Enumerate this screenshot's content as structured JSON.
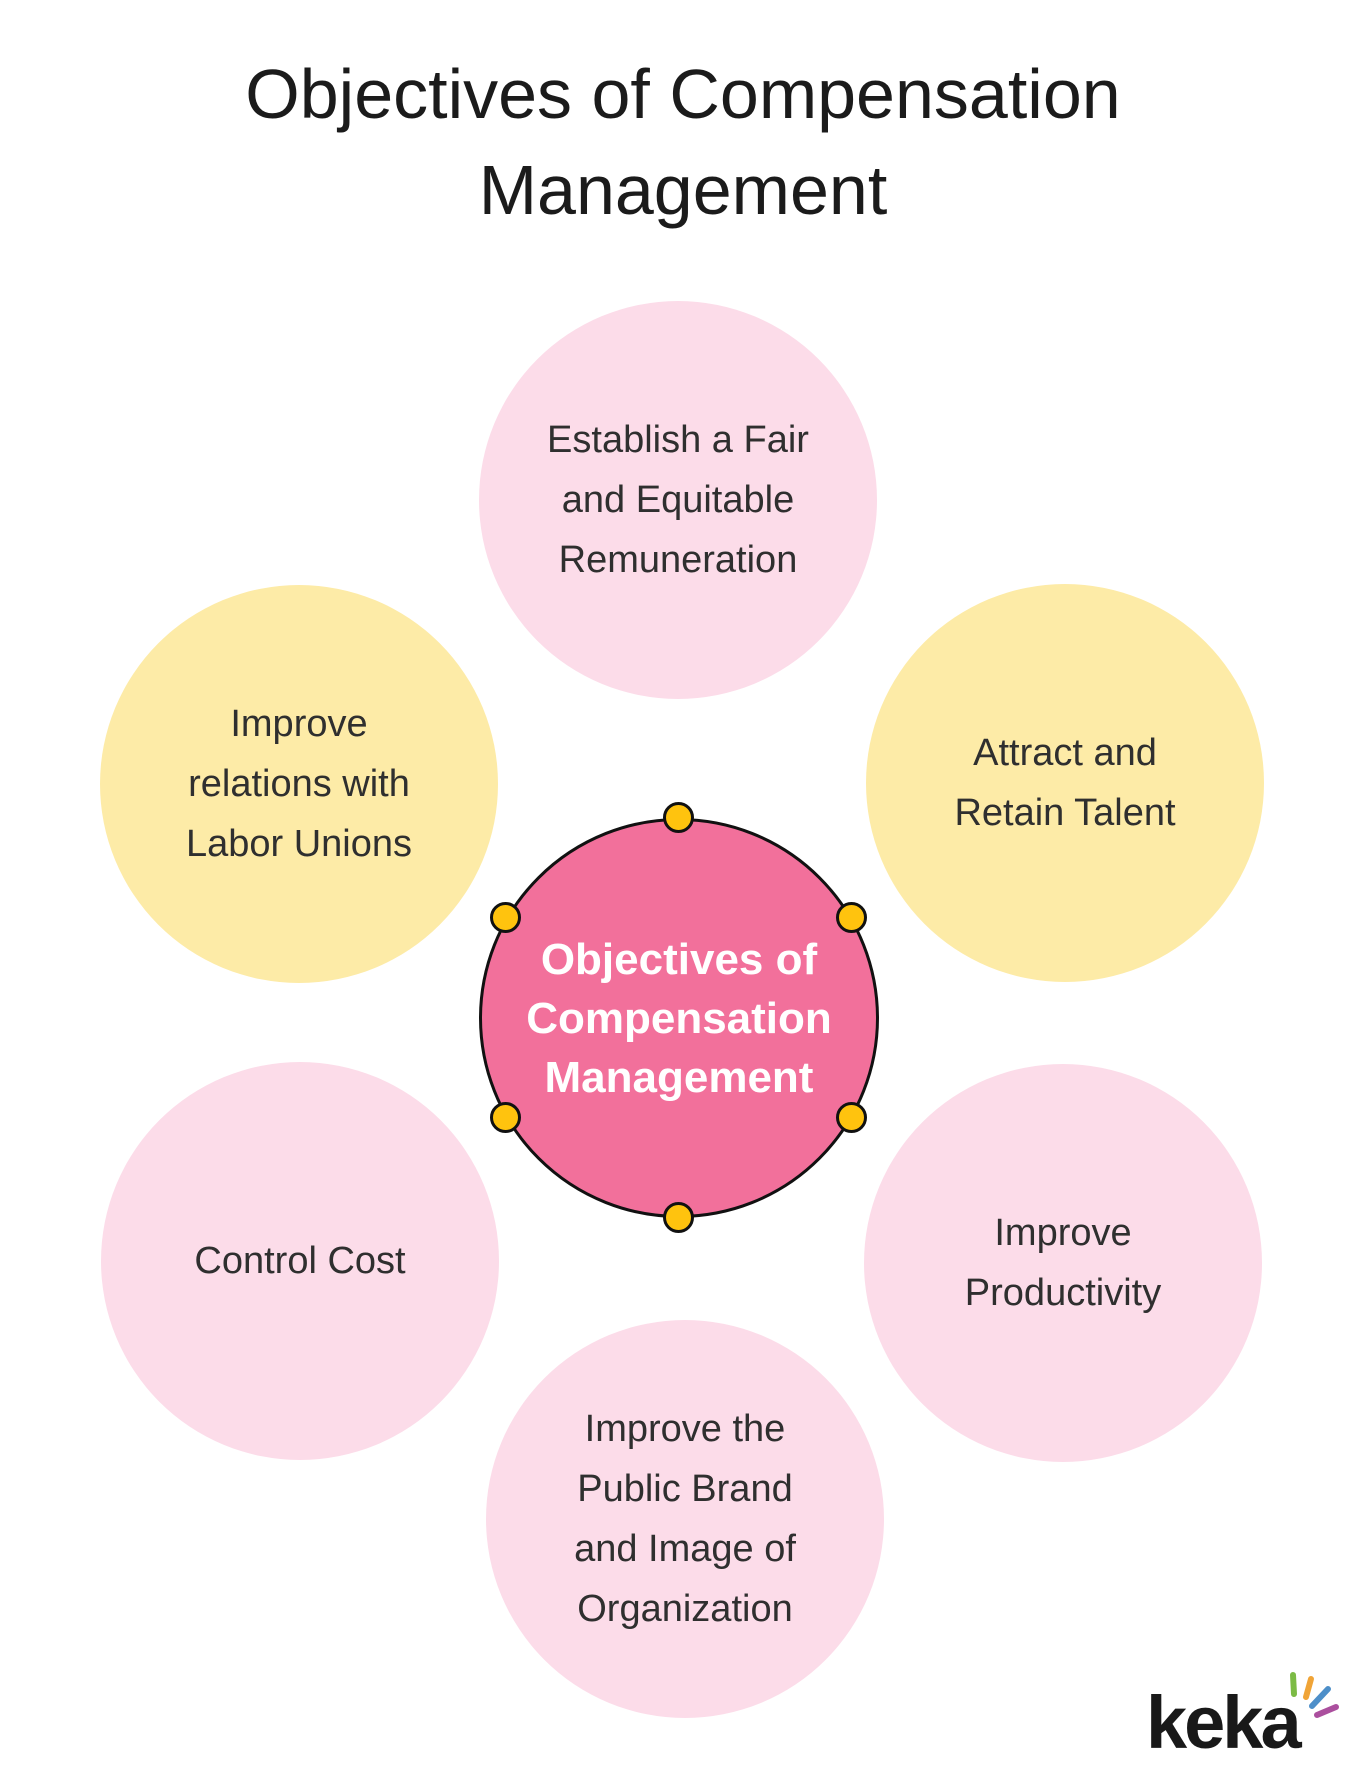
{
  "page": {
    "background": "#ffffff"
  },
  "title": {
    "text": "Objectives of Compensation\nManagement"
  },
  "diagram": {
    "center": {
      "label": "Objectives of\nCompensation\nManagement",
      "fill": "#F2709B",
      "outline": "#111111",
      "text_color": "#ffffff",
      "dot_fill": "#FFC30E",
      "dot_outline": "#111111"
    },
    "node_text_color": "#2f2f2f",
    "nodes": {
      "top": {
        "label": "Establish a Fair\nand Equitable\nRemuneration",
        "fill": "#FCDCE9"
      },
      "upper_left": {
        "label": "Improve\nrelations with\nLabor Unions",
        "fill": "#FDEBA7"
      },
      "upper_right": {
        "label": "Attract and\nRetain Talent",
        "fill": "#FDEBA7"
      },
      "lower_left": {
        "label": "Control Cost",
        "fill": "#FCDCE9"
      },
      "lower_right": {
        "label": "Improve\nProductivity",
        "fill": "#FCDCE9"
      },
      "bottom": {
        "label": "Improve the\nPublic Brand\nand Image of\nOrganization",
        "fill": "#FCDCE9"
      }
    }
  },
  "logo": {
    "text": "keka",
    "color": "#191919",
    "spark": [
      {
        "name": "green-ray",
        "color": "#7CBB45"
      },
      {
        "name": "orange-ray",
        "color": "#F0A437"
      },
      {
        "name": "blue-ray",
        "color": "#4D8FC9"
      },
      {
        "name": "purple-ray",
        "color": "#AB4F9E"
      }
    ]
  }
}
